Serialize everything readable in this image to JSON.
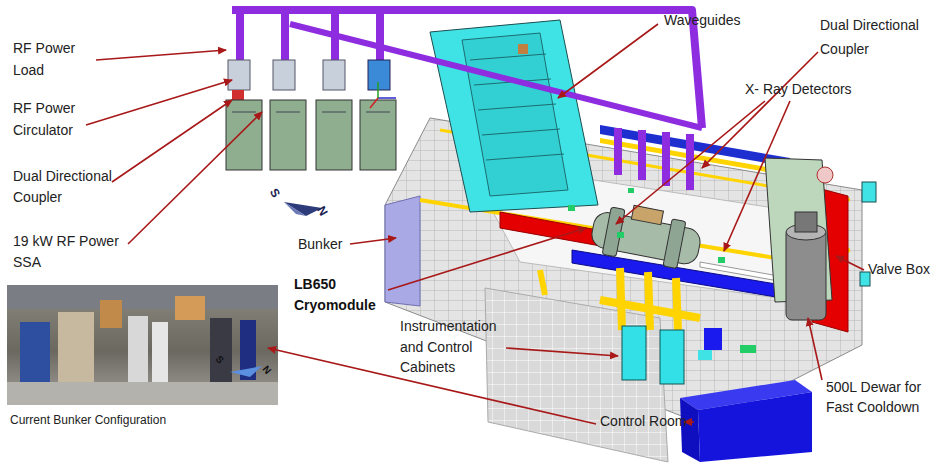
{
  "diagram": {
    "labels": [
      "RF Power Load",
      "RF Power Circulator",
      "Dual Directional Coupler",
      "19 kW RF Power SSA",
      "Waveguides",
      "Dual Directional Coupler",
      "X- Ray Detectors",
      "S",
      "N",
      "Bunker",
      "LB650 Cryomodule",
      "Valve Box",
      "Instrumentation and Control Cabinets",
      "500L Dewar for Fast Cooldown",
      "Control Room",
      "S",
      "N",
      "Current Bunker Configuration"
    ]
  }
}
